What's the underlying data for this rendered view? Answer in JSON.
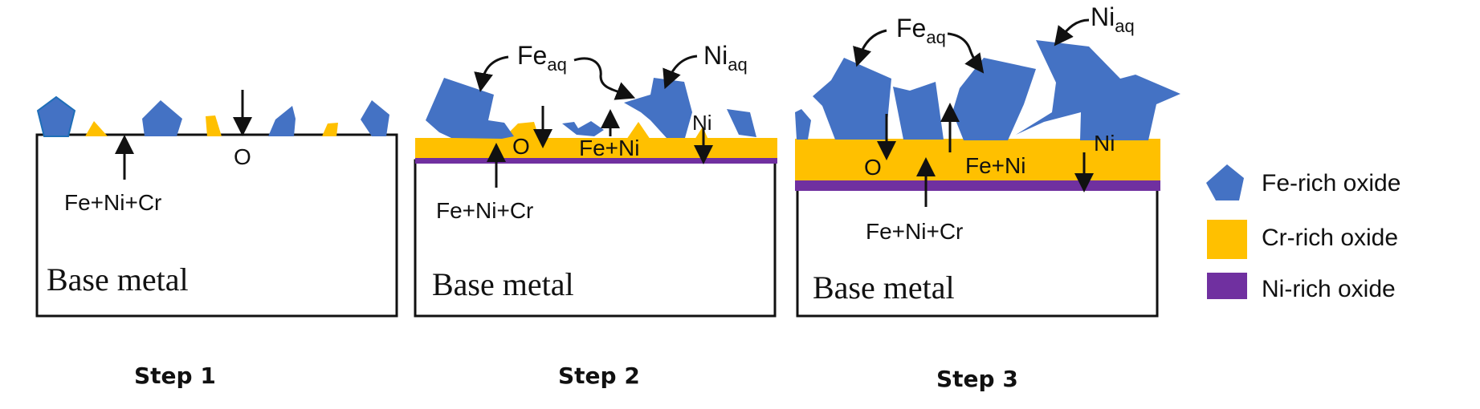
{
  "colors": {
    "fe_oxide": "#4472C4",
    "fe_oxide_outline": "#1f6fb8",
    "cr_oxide": "#FFC000",
    "ni_oxide": "#7030A0",
    "ink": "#111111"
  },
  "steps": [
    {
      "caption": "Step 1",
      "base_label": "Base metal",
      "labels": {
        "outward": "Fe+Ni+Cr",
        "inward": "O"
      }
    },
    {
      "caption": "Step 2",
      "base_label": "Base metal",
      "labels": {
        "outward": "Fe+Ni+Cr",
        "inward": "O",
        "fe_ni": "Fe+Ni",
        "ni": "Ni",
        "fe_aq": "Fe",
        "fe_aq_sub": "aq",
        "ni_aq": "Ni",
        "ni_aq_sub": "aq"
      }
    },
    {
      "caption": "Step 3",
      "base_label": "Base metal",
      "labels": {
        "outward": "Fe+Ni+Cr",
        "inward": "O",
        "fe_ni": "Fe+Ni",
        "ni": "Ni",
        "fe_aq": "Fe",
        "fe_aq_sub": "aq",
        "ni_aq": "Ni",
        "ni_aq_sub": "aq"
      }
    }
  ],
  "legend": [
    {
      "shape": "pentagon",
      "label": "Fe-rich oxide"
    },
    {
      "shape": "square",
      "label": "Cr-rich oxide"
    },
    {
      "shape": "square",
      "label": "Ni-rich oxide"
    }
  ]
}
